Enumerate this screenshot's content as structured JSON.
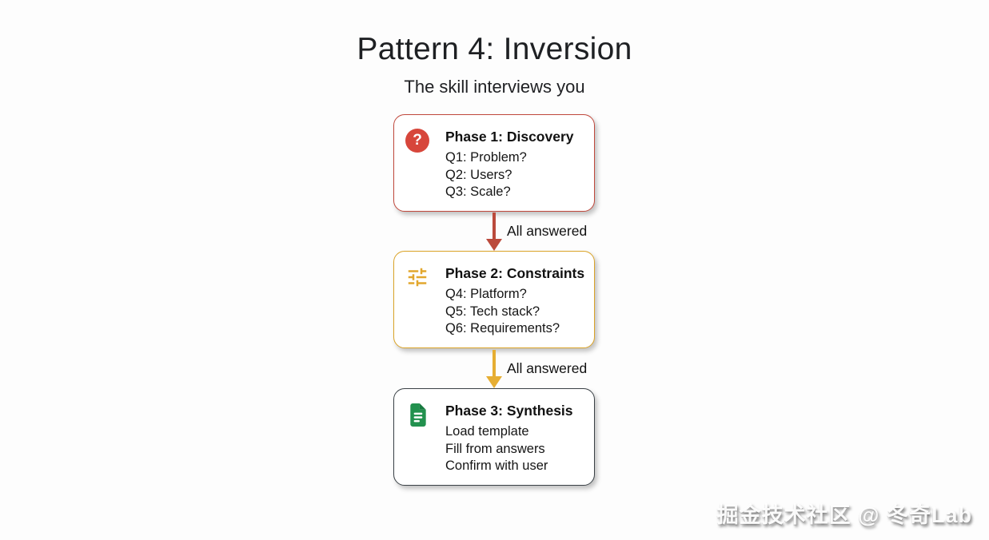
{
  "page": {
    "title": "Pattern 4: Inversion",
    "subtitle": "The skill interviews you"
  },
  "nodes": [
    {
      "icon": "question-icon",
      "icon_glyph": "?",
      "accent_color": "#c0483c",
      "icon_color": "#d7463b",
      "title": "Phase 1: Discovery",
      "lines": [
        "Q1: Problem?",
        "Q2: Users?",
        "Q3: Scale?"
      ]
    },
    {
      "icon": "sliders-tune-icon",
      "accent_color": "#dba428",
      "icon_color": "#e2a72e",
      "title": "Phase 2: Constraints",
      "lines": [
        "Q4: Platform?",
        "Q5: Tech stack?",
        "Q6: Requirements?"
      ]
    },
    {
      "icon": "document-icon",
      "accent_color": "#3a4146",
      "icon_color": "#22914e",
      "title": "Phase 3: Synthesis",
      "lines": [
        "Load template",
        "Fill from answers",
        "Confirm with user"
      ]
    }
  ],
  "connectors": [
    {
      "label": "All answered",
      "color": "#bb4a3c"
    },
    {
      "label": "All answered",
      "color": "#e6ae33"
    }
  ],
  "watermark": "掘金技术社区 @ 冬奇Lab"
}
